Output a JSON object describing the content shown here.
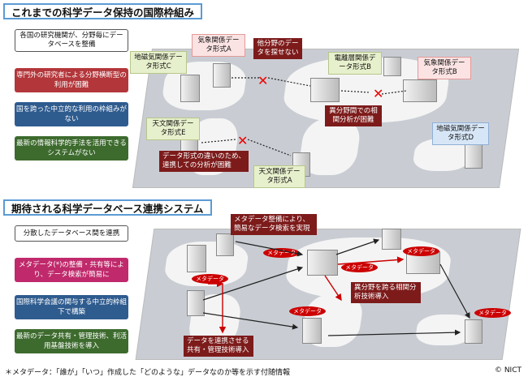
{
  "top": {
    "title": "これまでの科学データ保持の国際枠組み",
    "intro": "各国の研究機関が、分野毎にデータベースを整備",
    "problems": [
      "専門外の研究者による分野横断型の利用が困難",
      "国を跨った中立的な利用の枠組みがない",
      "最新の情報科学的手法を活用できるシステムがない"
    ],
    "labels": {
      "geomag_c": "地磁気関係データ形式C",
      "weather_a": "気象関係データ形式A",
      "no_other_field": "他分野のデータを探せない",
      "iono_b": "電離層関係データ形式B",
      "weather_b": "気象関係データ形式B",
      "cross_field": "異分野間での相関分析が困難",
      "astro_e": "天文関係データ形式E",
      "format_diff": "データ形式の違いのため、連携しての分析が困難",
      "astro_a": "天文関係データ形式A",
      "geomag_d": "地磁気関係データ形式D"
    }
  },
  "bottom": {
    "title": "期待される科学データベース連携システム",
    "intro": "分散したデータベース間を連携",
    "benefits": [
      "メタデータ(*)の整備・共有等により、データ検索が簡易に",
      "国際科学会議の関与する中立的枠組下で構築",
      "最新のデータ共有・管理技術、利活用基盤技術を導入"
    ],
    "callouts": {
      "metadata_search": "メタデータ整備により、簡易なデータ検索を実現",
      "cross_field": "異分野を跨る相関分析技術導入",
      "link_data": "データを連携させる共有・管理技術導入"
    },
    "meta_tag": "メタデータ"
  },
  "footer": {
    "note": "＊メタデータ：「誰が」「いつ」作成した「どのような」データなのか等を示す付随情報",
    "credit": "© NICT"
  }
}
